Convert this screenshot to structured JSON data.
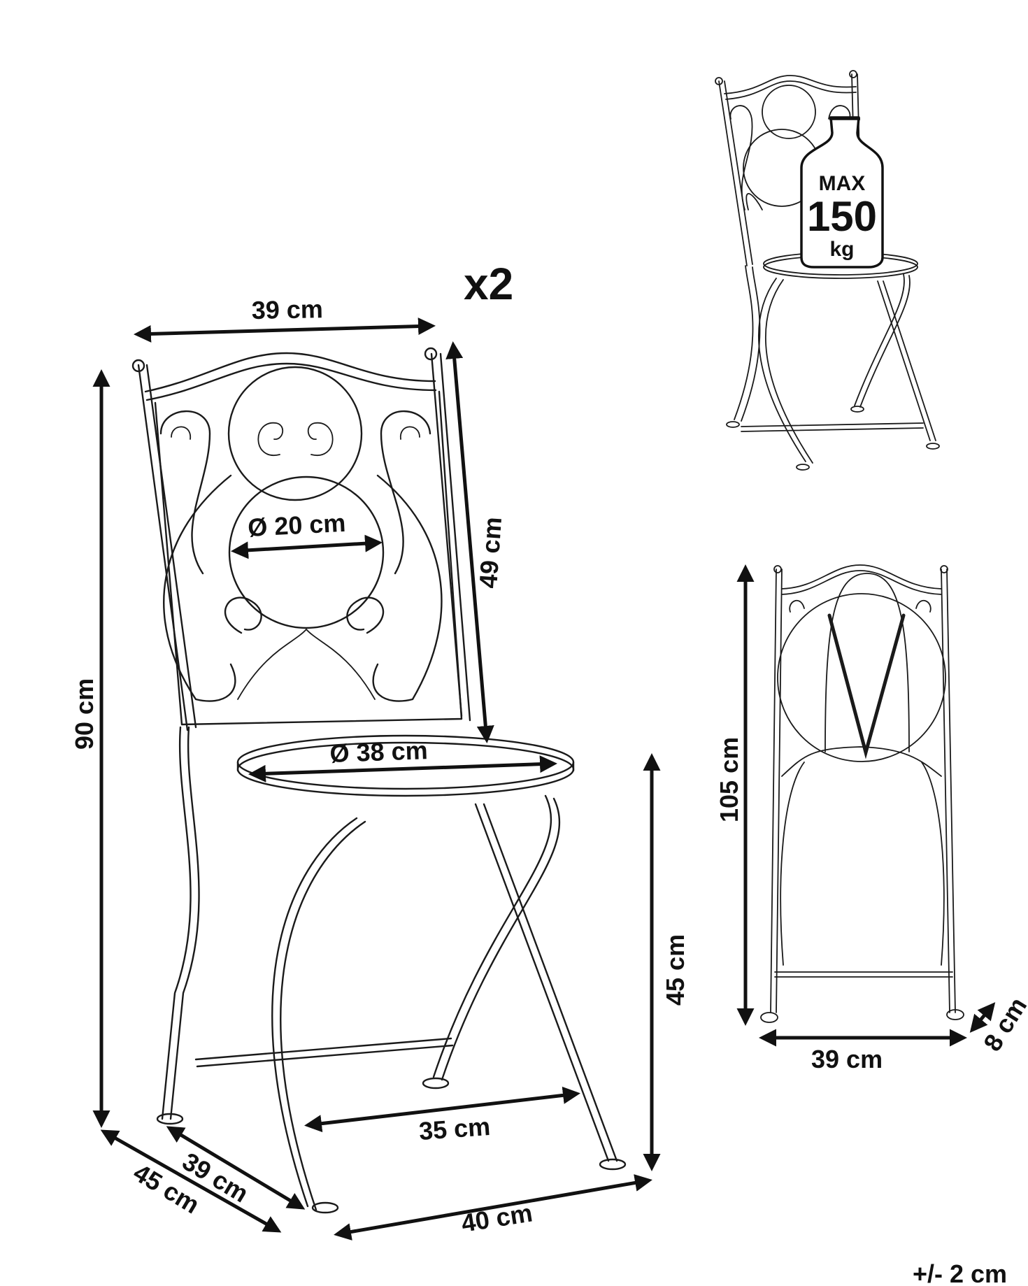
{
  "quantity": "x2",
  "load_badge": {
    "line1": "MAX",
    "line2": "150",
    "line3": "kg"
  },
  "dimensions": {
    "back_width": "39 cm",
    "back_height": "49 cm",
    "backrest_circle": "Ø 20 cm",
    "seat_diameter": "Ø 38 cm",
    "total_height": "90 cm",
    "seat_height": "45 cm",
    "front_leg_span": "35 cm",
    "base_width": "40 cm",
    "seat_depth": "39 cm",
    "total_depth": "45 cm",
    "folded_height": "105 cm",
    "folded_width": "39 cm",
    "folded_depth": "8 cm"
  },
  "tolerance": "+/- 2 cm"
}
